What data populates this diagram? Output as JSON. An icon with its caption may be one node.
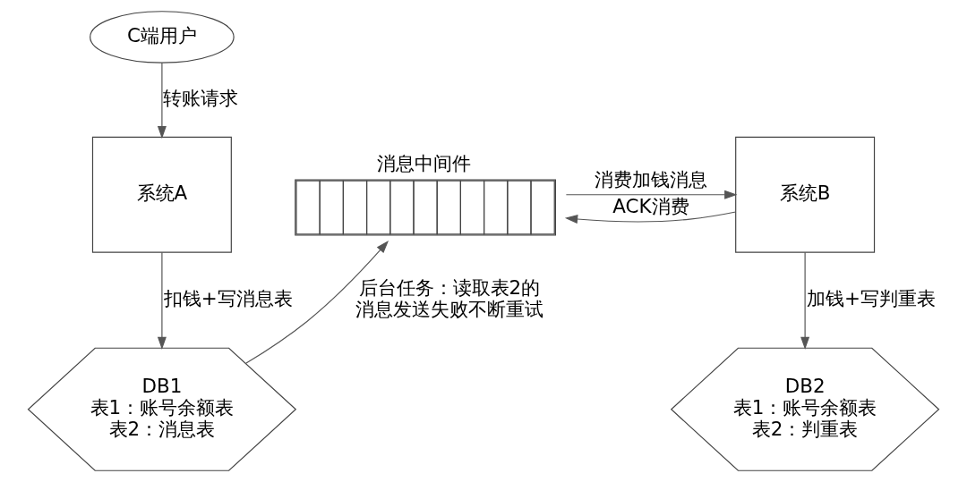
{
  "diagram": {
    "nodes": [
      {
        "text": [
          "C端用户"
        ]
      },
      {
        "text": [
          "系统A"
        ]
      },
      {
        "text": [
          "DB1",
          "表1：账号余额表",
          "表2：消息表"
        ]
      },
      {
        "text": [
          "消息中间件"
        ]
      },
      {
        "text": [
          "系统B"
        ]
      },
      {
        "text": [
          "DB2",
          "表1：账号余额表",
          "表2：判重表"
        ]
      }
    ],
    "edges": [
      {
        "from": 0,
        "to": 1,
        "arrow": "to",
        "label": "转账请求"
      },
      {
        "from": 1,
        "to": 2,
        "arrow": "to",
        "label": "扣钱+写消息表"
      },
      {
        "from": 2,
        "to": 3,
        "arrow": "to",
        "label": "后台任务：读取表2的消息发送失败不断重试"
      },
      {
        "from": 3,
        "to": 4,
        "arrow": "to",
        "label": "消费加钱消息"
      },
      {
        "from": 4,
        "to": 3,
        "arrow": "to",
        "label": "ACK消费"
      },
      {
        "from": 4,
        "to": 5,
        "arrow": "to",
        "label": "加钱+写判重表"
      }
    ]
  }
}
